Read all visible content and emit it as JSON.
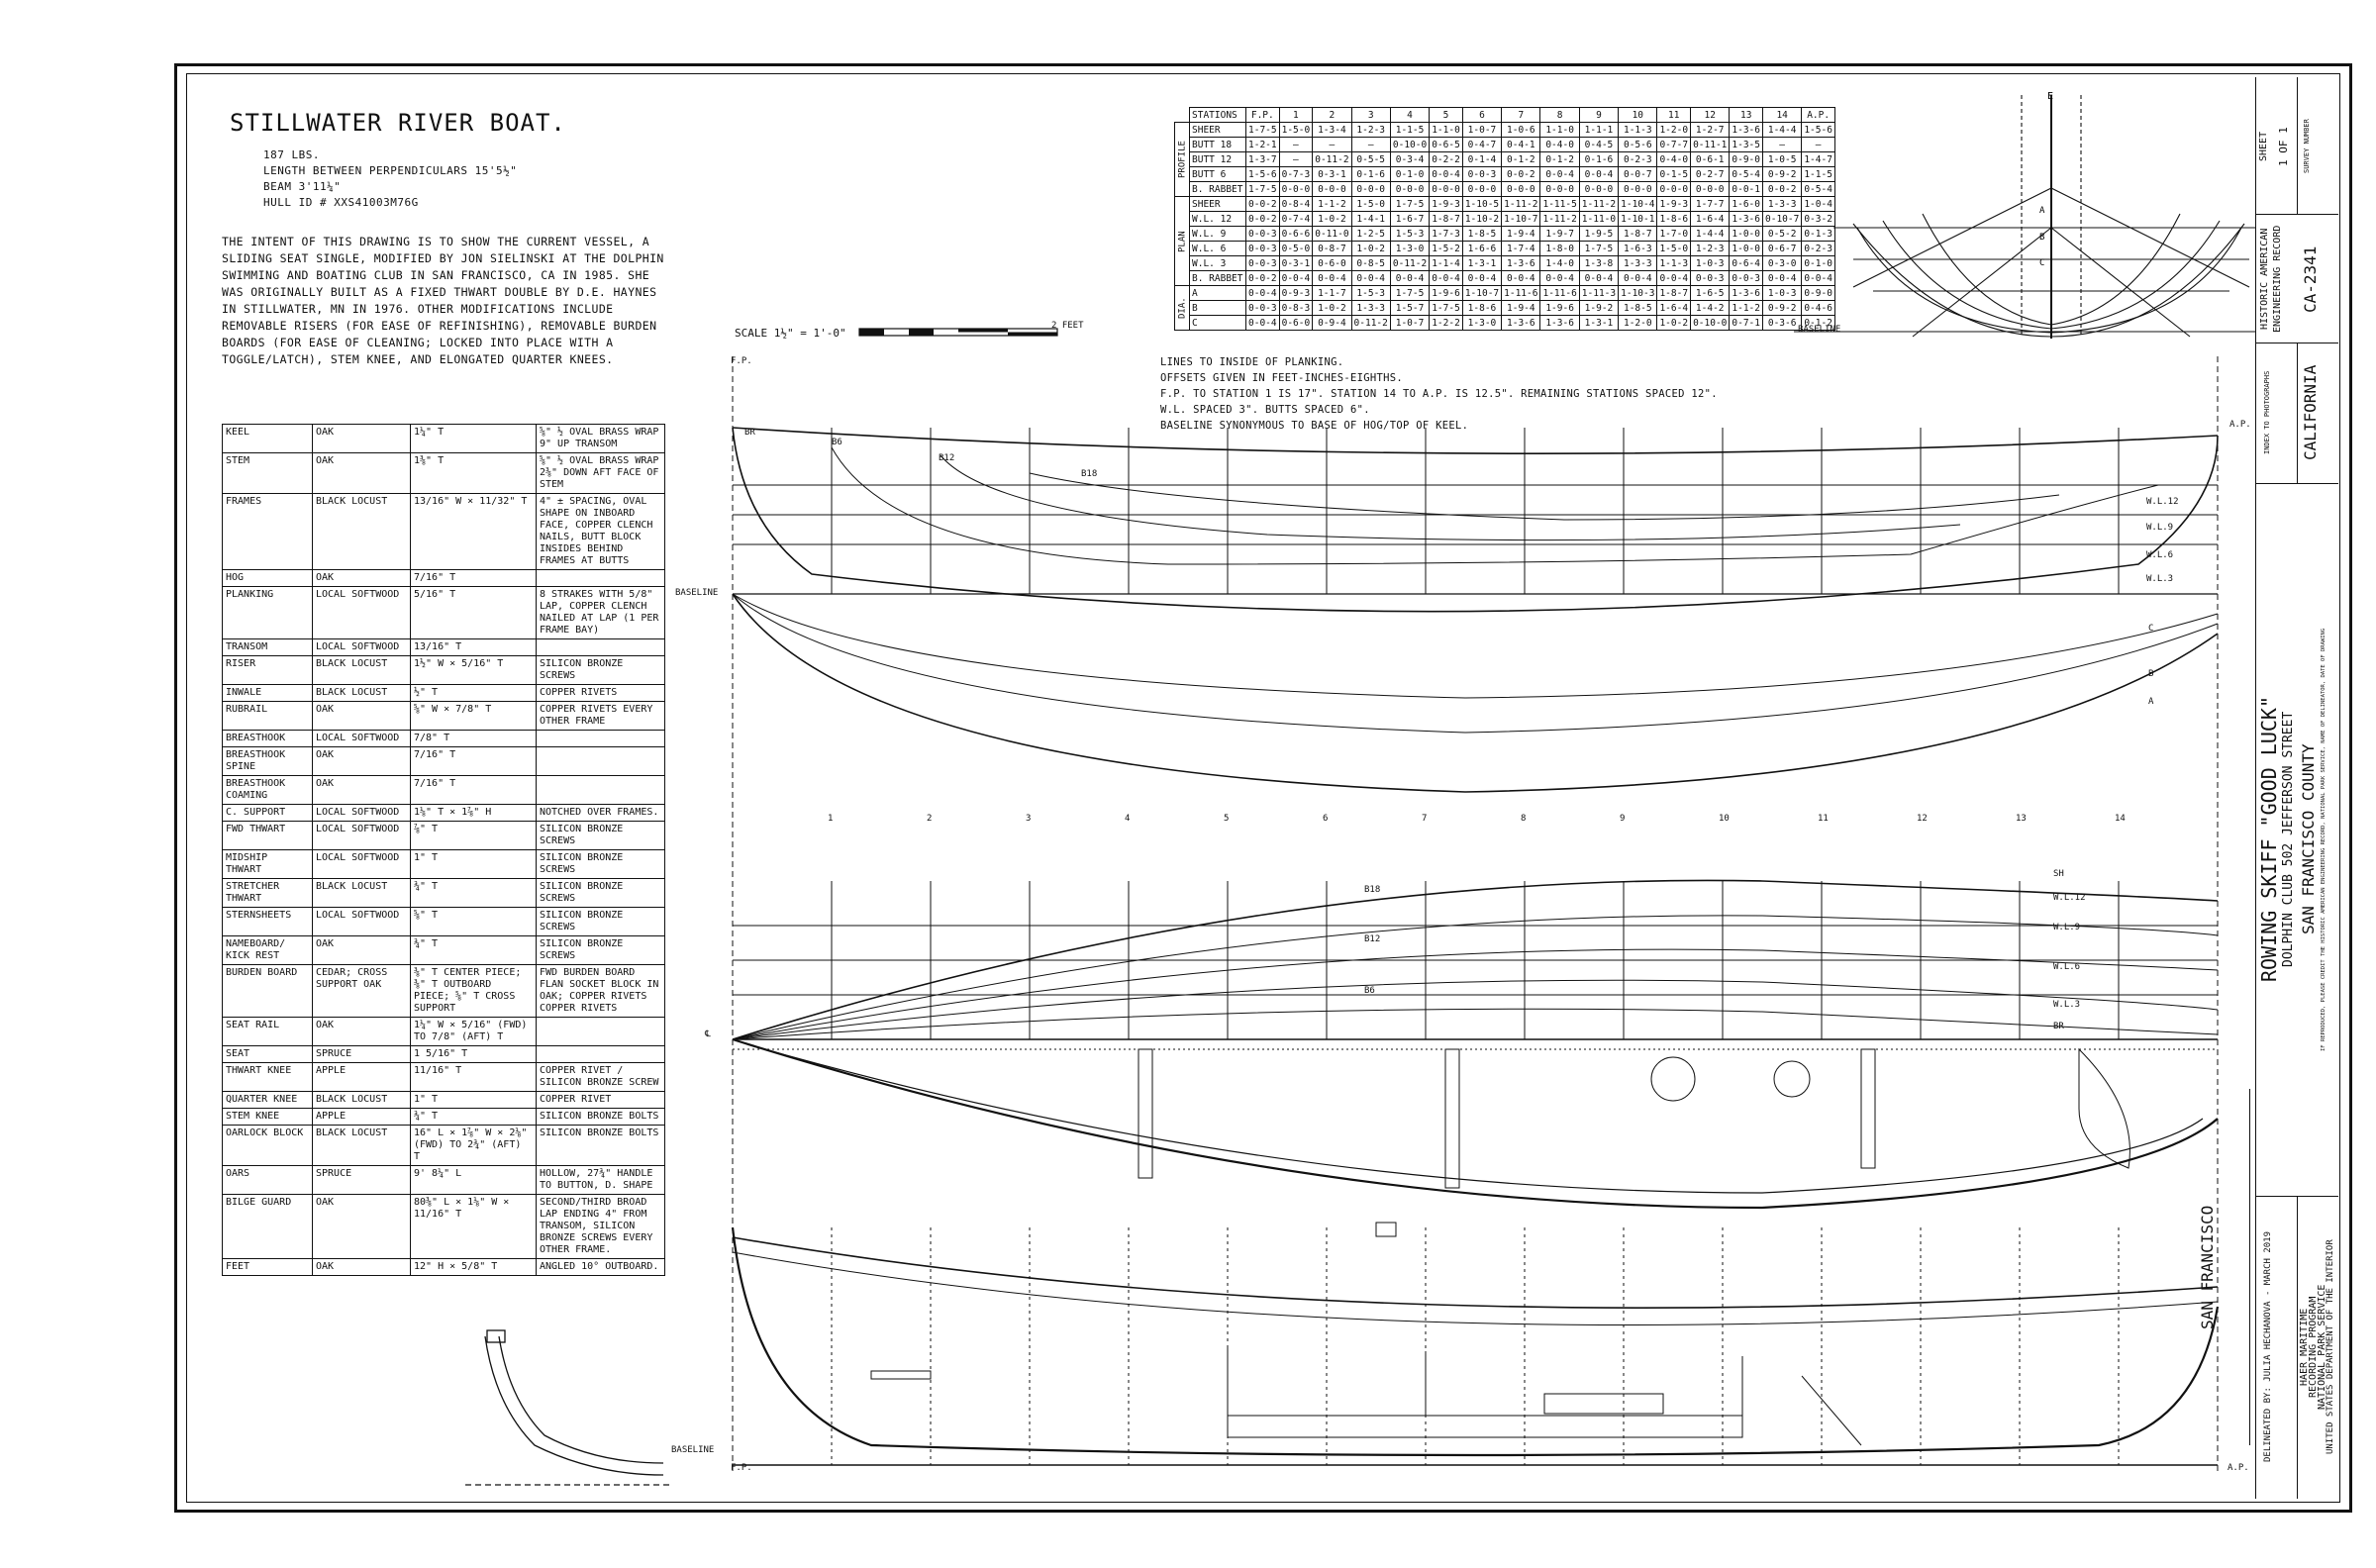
{
  "header": {
    "title": "STILLWATER RIVER BOAT.",
    "weight": "187 LBS.",
    "length": "LENGTH BETWEEN PERPENDICULARS 15'5½\"",
    "beam": "BEAM 3'11¼\"",
    "hull_id": "HULL ID # XXS41003M76G"
  },
  "intent_text": "THE INTENT OF THIS DRAWING IS TO SHOW THE CURRENT VESSEL, A SLIDING SEAT SINGLE, MODIFIED BY JON SIELINSKI AT THE DOLPHIN SWIMMING AND BOATING CLUB IN SAN FRANCISCO, CA IN 1985. SHE WAS ORIGINALLY BUILT AS A FIXED THWART DOUBLE BY D.E. HAYNES IN STILLWATER, MN IN 1976. OTHER MODIFICATIONS INCLUDE REMOVABLE RISERS (FOR EASE OF REFINISHING), REMOVABLE BURDEN BOARDS (FOR EASE OF CLEANING; LOCKED INTO PLACE WITH A TOGGLE/LATCH), STEM KNEE, AND ELONGATED QUARTER KNEES.",
  "materials": [
    [
      "KEEL",
      "OAK",
      "1¼\" T",
      "⅝\" ½ OVAL BRASS WRAP 9\" UP TRANSOM"
    ],
    [
      "STEM",
      "OAK",
      "1⅜\" T",
      "⅝\" ½ OVAL BRASS WRAP 2⅜\" DOWN AFT FACE OF STEM"
    ],
    [
      "FRAMES",
      "BLACK LOCUST",
      "13/16\" W × 11/32\" T",
      "4\" ± SPACING, OVAL SHAPE ON INBOARD FACE, COPPER CLENCH NAILS, BUTT BLOCK INSIDES BEHIND FRAMES AT BUTTS"
    ],
    [
      "HOG",
      "OAK",
      "7/16\" T",
      ""
    ],
    [
      "PLANKING",
      "LOCAL SOFTWOOD",
      "5/16\" T",
      "8 STRAKES WITH 5/8\" LAP, COPPER CLENCH NAILED AT LAP (1 PER FRAME BAY)"
    ],
    [
      "TRANSOM",
      "LOCAL SOFTWOOD",
      "13/16\" T",
      ""
    ],
    [
      "RISER",
      "BLACK LOCUST",
      "1½\" W × 5/16\" T",
      "SILICON BRONZE SCREWS"
    ],
    [
      "INWALE",
      "BLACK LOCUST",
      "½\" T",
      "COPPER RIVETS"
    ],
    [
      "RUBRAIL",
      "OAK",
      "⅝\" W × 7/8\" T",
      "COPPER RIVETS EVERY OTHER FRAME"
    ],
    [
      "BREASTHOOK",
      "LOCAL SOFTWOOD",
      "7/8\" T",
      ""
    ],
    [
      "BREASTHOOK SPINE",
      "OAK",
      "7/16\" T",
      ""
    ],
    [
      "BREASTHOOK COAMING",
      "OAK",
      "7/16\" T",
      ""
    ],
    [
      "C. SUPPORT",
      "LOCAL SOFTWOOD",
      "1⅛\" T × 1⅞\" H",
      "NOTCHED OVER FRAMES."
    ],
    [
      "FWD THWART",
      "LOCAL SOFTWOOD",
      "⅞\" T",
      "SILICON BRONZE SCREWS"
    ],
    [
      "MIDSHIP THWART",
      "LOCAL SOFTWOOD",
      "1\" T",
      "SILICON BRONZE SCREWS"
    ],
    [
      "STRETCHER THWART",
      "BLACK LOCUST",
      "¾\" T",
      "SILICON BRONZE SCREWS"
    ],
    [
      "STERNSHEETS",
      "LOCAL SOFTWOOD",
      "⅝\" T",
      "SILICON BRONZE SCREWS"
    ],
    [
      "NAMEBOARD/ KICK REST",
      "OAK",
      "¾\" T",
      "SILICON BRONZE SCREWS"
    ],
    [
      "BURDEN BOARD",
      "CEDAR; CROSS SUPPORT OAK",
      "⅜\" T CENTER PIECE; ⅜\" T OUTBOARD PIECE; ⅝\" T CROSS SUPPORT",
      "FWD BURDEN BOARD FLAN SOCKET BLOCK IN OAK; COPPER RIVETS COPPER RIVETS"
    ],
    [
      "SEAT RAIL",
      "OAK",
      "1¼\" W × 5/16\" (FWD) TO 7/8\" (AFT) T",
      ""
    ],
    [
      "SEAT",
      "SPRUCE",
      "1 5/16\" T",
      ""
    ],
    [
      "THWART KNEE",
      "APPLE",
      "11/16\" T",
      "COPPER RIVET / SILICON BRONZE SCREW"
    ],
    [
      "QUARTER KNEE",
      "BLACK LOCUST",
      "1\" T",
      "COPPER RIVET"
    ],
    [
      "STEM KNEE",
      "APPLE",
      "¾\" T",
      "SILICON BRONZE BOLTS"
    ],
    [
      "OARLOCK BLOCK",
      "BLACK LOCUST",
      "16\" L × 1⅞\" W × 2⅛\" (FWD) TO 2¾\" (AFT) T",
      "SILICON BRONZE BOLTS"
    ],
    [
      "OARS",
      "SPRUCE",
      "9' 8¼\" L",
      "HOLLOW, 27¾\" HANDLE TO BUTTON, D. SHAPE"
    ],
    [
      "BILGE GUARD",
      "OAK",
      "80⅜\" L × 1⅛\" W × 11/16\" T",
      "SECOND/THIRD BROAD LAP ENDING 4\" FROM TRANSOM, SILICON BRONZE SCREWS EVERY OTHER FRAME."
    ],
    [
      "FEET",
      "OAK",
      "12\" H × 5/8\" T",
      "ANGLED 10° OUTBOARD."
    ]
  ],
  "offsets": {
    "headers": [
      "STATIONS",
      "F.P.",
      "1",
      "2",
      "3",
      "4",
      "5",
      "6",
      "7",
      "8",
      "9",
      "10",
      "11",
      "12",
      "13",
      "14",
      "A.P."
    ],
    "groups": [
      {
        "name": "PROFILE",
        "rows": [
          [
            "SHEER",
            "1-7-5",
            "1-5-0",
            "1-3-4",
            "1-2-3",
            "1-1-5",
            "1-1-0",
            "1-0-7",
            "1-0-6",
            "1-1-0",
            "1-1-1",
            "1-1-3",
            "1-2-0",
            "1-2-7",
            "1-3-6",
            "1-4-4",
            "1-5-6"
          ],
          [
            "BUTT 18",
            "1-2-1",
            "—",
            "—",
            "—",
            "0-10-0",
            "0-6-5",
            "0-4-7",
            "0-4-1",
            "0-4-0",
            "0-4-5",
            "0-5-6",
            "0-7-7",
            "0-11-1",
            "1-3-5",
            "—",
            "—"
          ],
          [
            "BUTT 12",
            "1-3-7",
            "—",
            "0-11-2",
            "0-5-5",
            "0-3-4",
            "0-2-2",
            "0-1-4",
            "0-1-2",
            "0-1-2",
            "0-1-6",
            "0-2-3",
            "0-4-0",
            "0-6-1",
            "0-9-0",
            "1-0-5",
            "1-4-7"
          ],
          [
            "BUTT 6",
            "1-5-6",
            "0-7-3",
            "0-3-1",
            "0-1-6",
            "0-1-0",
            "0-0-4",
            "0-0-3",
            "0-0-2",
            "0-0-4",
            "0-0-4",
            "0-0-7",
            "0-1-5",
            "0-2-7",
            "0-5-4",
            "0-9-2",
            "1-1-5"
          ],
          [
            "B. RABBET",
            "1-7-5",
            "0-0-0",
            "0-0-0",
            "0-0-0",
            "0-0-0",
            "0-0-0",
            "0-0-0",
            "0-0-0",
            "0-0-0",
            "0-0-0",
            "0-0-0",
            "0-0-0",
            "0-0-0",
            "0-0-1",
            "0-0-2",
            "0-5-4"
          ]
        ]
      },
      {
        "name": "PLAN",
        "rows": [
          [
            "SHEER",
            "0-0-2",
            "0-8-4",
            "1-1-2",
            "1-5-0",
            "1-7-5",
            "1-9-3",
            "1-10-5",
            "1-11-2",
            "1-11-5",
            "1-11-2",
            "1-10-4",
            "1-9-3",
            "1-7-7",
            "1-6-0",
            "1-3-3",
            "1-0-4"
          ],
          [
            "W.L. 12",
            "0-0-2",
            "0-7-4",
            "1-0-2",
            "1-4-1",
            "1-6-7",
            "1-8-7",
            "1-10-2",
            "1-10-7",
            "1-11-2",
            "1-11-0",
            "1-10-1",
            "1-8-6",
            "1-6-4",
            "1-3-6",
            "0-10-7",
            "0-3-2"
          ],
          [
            "W.L. 9",
            "0-0-3",
            "0-6-6",
            "0-11-0",
            "1-2-5",
            "1-5-3",
            "1-7-3",
            "1-8-5",
            "1-9-4",
            "1-9-7",
            "1-9-5",
            "1-8-7",
            "1-7-0",
            "1-4-4",
            "1-0-0",
            "0-5-2",
            "0-1-3"
          ],
          [
            "W.L. 6",
            "0-0-3",
            "0-5-0",
            "0-8-7",
            "1-0-2",
            "1-3-0",
            "1-5-2",
            "1-6-6",
            "1-7-4",
            "1-8-0",
            "1-7-5",
            "1-6-3",
            "1-5-0",
            "1-2-3",
            "1-0-0",
            "0-6-7",
            "0-2-3"
          ],
          [
            "W.L. 3",
            "0-0-3",
            "0-3-1",
            "0-6-0",
            "0-8-5",
            "0-11-2",
            "1-1-4",
            "1-3-1",
            "1-3-6",
            "1-4-0",
            "1-3-8",
            "1-3-3",
            "1-1-3",
            "1-0-3",
            "0-6-4",
            "0-3-0",
            "0-1-0"
          ],
          [
            "B. RABBET",
            "0-0-2",
            "0-0-4",
            "0-0-4",
            "0-0-4",
            "0-0-4",
            "0-0-4",
            "0-0-4",
            "0-0-4",
            "0-0-4",
            "0-0-4",
            "0-0-4",
            "0-0-4",
            "0-0-3",
            "0-0-3",
            "0-0-4",
            "0-0-4"
          ]
        ]
      },
      {
        "name": "DIA.",
        "rows": [
          [
            "A",
            "0-0-4",
            "0-9-3",
            "1-1-7",
            "1-5-3",
            "1-7-5",
            "1-9-6",
            "1-10-7",
            "1-11-6",
            "1-11-6",
            "1-11-3",
            "1-10-3",
            "1-8-7",
            "1-6-5",
            "1-3-6",
            "1-0-3",
            "0-9-0"
          ],
          [
            "B",
            "0-0-3",
            "0-8-3",
            "1-0-2",
            "1-3-3",
            "1-5-7",
            "1-7-5",
            "1-8-6",
            "1-9-4",
            "1-9-6",
            "1-9-2",
            "1-8-5",
            "1-6-4",
            "1-4-2",
            "1-1-2",
            "0-9-2",
            "0-4-6"
          ],
          [
            "C",
            "0-0-4",
            "0-6-0",
            "0-9-4",
            "0-11-2",
            "1-0-7",
            "1-2-2",
            "1-3-0",
            "1-3-6",
            "1-3-6",
            "1-3-1",
            "1-2-0",
            "1-0-2",
            "0-10-0",
            "0-7-1",
            "0-3-6",
            "0-1-2"
          ]
        ]
      }
    ]
  },
  "notes": [
    "LINES TO INSIDE OF PLANKING.",
    "OFFSETS GIVEN IN FEET-INCHES-EIGHTHS.",
    "F.P. TO STATION 1 IS 17\". STATION 14 TO A.P. IS 12.5\". REMAINING STATIONS SPACED 12\".",
    "W.L. SPACED 3\". BUTTS SPACED 6\".",
    "BASELINE SYNONYMOUS TO BASE OF HOG/TOP OF KEEL."
  ],
  "scale_label": "SCALE 1½\" = 1'-0\"",
  "scale_feet": "2 FEET",
  "drawing_labels": {
    "fp": "F.P.",
    "ap": "A.P.",
    "baseline": "BASELINE",
    "cl": "℄",
    "sh": "SH",
    "wl12": "W.L.12",
    "wl9": "W.L.9",
    "wl6": "W.L.6",
    "wl3": "W.L.3",
    "br": "BR",
    "b6": "B6",
    "b12": "B12",
    "b18": "B18",
    "a": "A",
    "b": "B",
    "c": "C",
    "e": "E",
    "stations": [
      "1",
      "2",
      "3",
      "4",
      "5",
      "6",
      "7",
      "8",
      "9",
      "10",
      "11",
      "12",
      "13",
      "14"
    ]
  },
  "title_block": {
    "sheet_label": "SHEET",
    "sheet_value": "1 OF 1",
    "record_title": "HISTORIC AMERICAN ENGINEERING RECORD",
    "record_number": "CA-2341",
    "state": "CALIFORNIA",
    "index_label": "INDEX TO PHOTOGRAPHS",
    "vessel": "ROWING SKIFF \"GOOD LUCK\"",
    "location_1": "DOLPHIN CLUB 502 JEFFERSON STREET",
    "location_2": "SAN FRANCISCO COUNTY",
    "city": "SAN FRANCISCO",
    "agency_1": "HAER MARITIME",
    "agency_2": "RECORDING PROGRAM",
    "agency_3": "NATIONAL PARK SERVICE",
    "agency_4": "UNITED STATES DEPARTMENT OF THE INTERIOR",
    "delineated": "DELINEATED BY: JULIA HECHANOVA - MARCH 2019",
    "credit": "IF REPRODUCED, PLEASE CREDIT THE HISTORIC AMERICAN ENGINEERING RECORD, NATIONAL PARK SERVICE, NAME OF DELINEATOR, DATE OF DRAWING",
    "survey_number": "SURVEY NUMBER"
  }
}
